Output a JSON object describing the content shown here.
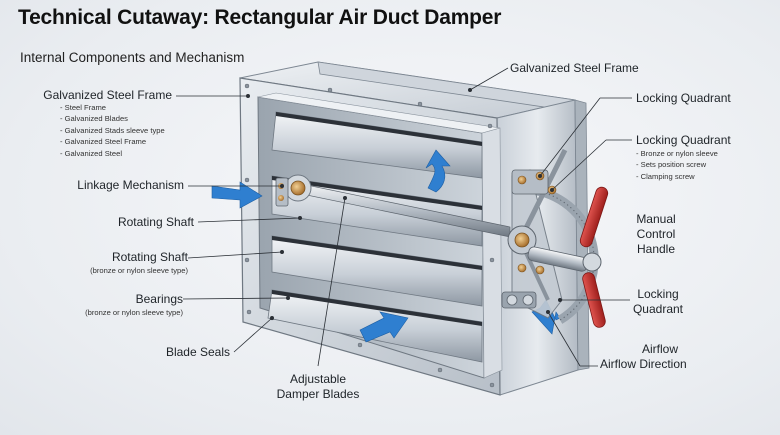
{
  "title": "Technical Cutaway: Rectangular Air Duct Damper",
  "subtitle": "Internal Components and Mechanism",
  "labels": {
    "frame_left": {
      "title": "Galvanized Steel Frame",
      "items": [
        "- Steel Frame",
        "- Galvanized Blades",
        "- Galvanized Stads sleeve type",
        "- Galvanized Steel Frame",
        "- Galvanized Steel"
      ]
    },
    "linkage": "Linkage Mechanism",
    "rotating_shaft_1": "Rotating Shaft",
    "rotating_shaft_2": {
      "title": "Rotating Shaft",
      "note": "(bronze or nylon sleeve type)"
    },
    "bearings": {
      "title": "Bearings",
      "note": "(bronze or nylon sleeve type)"
    },
    "blade_seals": "Blade Seals",
    "blades": {
      "line1": "Adjustable",
      "line2": "Damper Blades"
    },
    "frame_top": "Galvanized Steel Frame",
    "locking_quadrant_1": "Locking Quadrant",
    "locking_quadrant_2": {
      "title": "Locking Quadrant",
      "items": [
        "- Bronze or nylon sleeve",
        "- Sets position screw",
        "- Clamping screw"
      ]
    },
    "manual_handle": {
      "line1": "Manual",
      "line2": "Control",
      "line3": "Handle"
    },
    "locking_quadrant_3": {
      "line1": "Locking",
      "line2": "Quadrant"
    },
    "airflow": {
      "line1": "Airflow",
      "line2": "Airflow Direction"
    }
  },
  "colors": {
    "steel_light": "#dfe4ea",
    "steel_mid": "#b9c1ca",
    "steel_dark": "#7d8792",
    "flow_arrow": "#2f7fd0",
    "handle_red": "#c9302c",
    "brass": "#c9924a"
  }
}
